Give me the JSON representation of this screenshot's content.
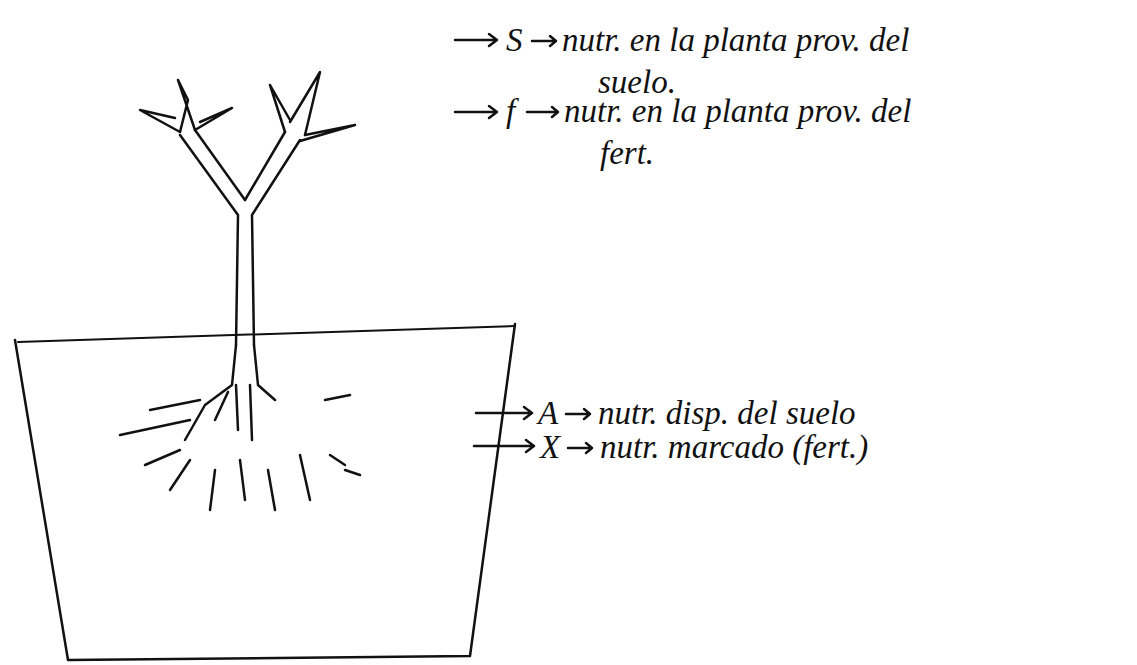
{
  "diagram": {
    "labels": [
      "S",
      "nutr. en la planta prov. del suelo.",
      "f",
      "nutr. en la planta prov. del fert.",
      "A",
      "nutr. disp. del suelo",
      "X",
      "nutr. marcado (fert.)"
    ]
  }
}
